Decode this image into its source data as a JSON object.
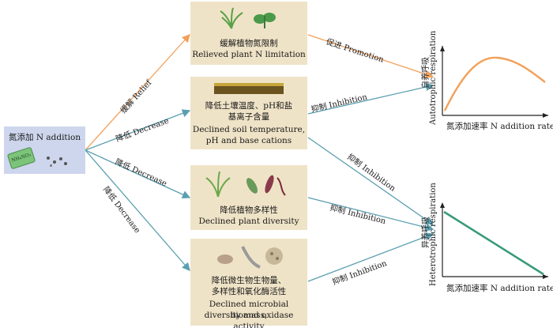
{
  "source": {
    "title_zh": "氮添加",
    "title_en": "N addition",
    "chemical": "NH₄NO₃"
  },
  "boxes": [
    {
      "zh": "缓解植物氮限制",
      "en": "Relieved plant N limitation"
    },
    {
      "zh1": "降低土壤温度、pH和盐",
      "zh2": "基离子含量",
      "en1": "Declined soil temperature,",
      "en2": "pH and base cations"
    },
    {
      "zh": "降低植物多样性",
      "en": "Declined plant diversity"
    },
    {
      "zh1": "降低微生物生物量、",
      "zh2": "多样性和氧化酶活性",
      "en1": "Declined microbial biomass,",
      "en2": "diversity and oxidase activity"
    }
  ],
  "arrow_labels": {
    "relief": "缓解 Relief",
    "decrease1": "降低 Decrease",
    "decrease2": "降低 Decrease",
    "decrease3": "降低 Decrease",
    "promotion": "促进 Promotion",
    "inhibition1": "抑制 Inhibition",
    "inhibition2": "抑制 Inhibition",
    "inhibition3": "抑制 Inhibition",
    "inhibition4": "抑制 Inhibition"
  },
  "charts": {
    "autotrophic": {
      "ylabel_zh": "自养呼吸",
      "ylabel_en": "Autotrophic respiration",
      "xlabel": "氮添加速率 N addition rate"
    },
    "heterotrophic": {
      "ylabel_zh": "异养呼吸",
      "ylabel_en": "Heterotrophic respiration",
      "xlabel": "氮添加速率 N addition rate"
    }
  },
  "colors": {
    "box_beige": "#efe3c7",
    "box_blue": "#cdd6ec",
    "orange": "#f2a05a",
    "teal": "#5a9fb0",
    "green_line": "#3a9a7a"
  }
}
